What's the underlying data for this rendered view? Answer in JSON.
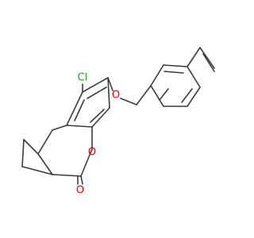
{
  "colors": {
    "bond": "#3c3c3c",
    "oxygen": "#e8000b",
    "chlorine": "#1fa31f",
    "background": "#ffffff"
  },
  "atoms": {
    "chlorine": "Cl",
    "ether_oxygen": "O",
    "ring_oxygen": "O",
    "carbonyl_oxygen": "O"
  }
}
